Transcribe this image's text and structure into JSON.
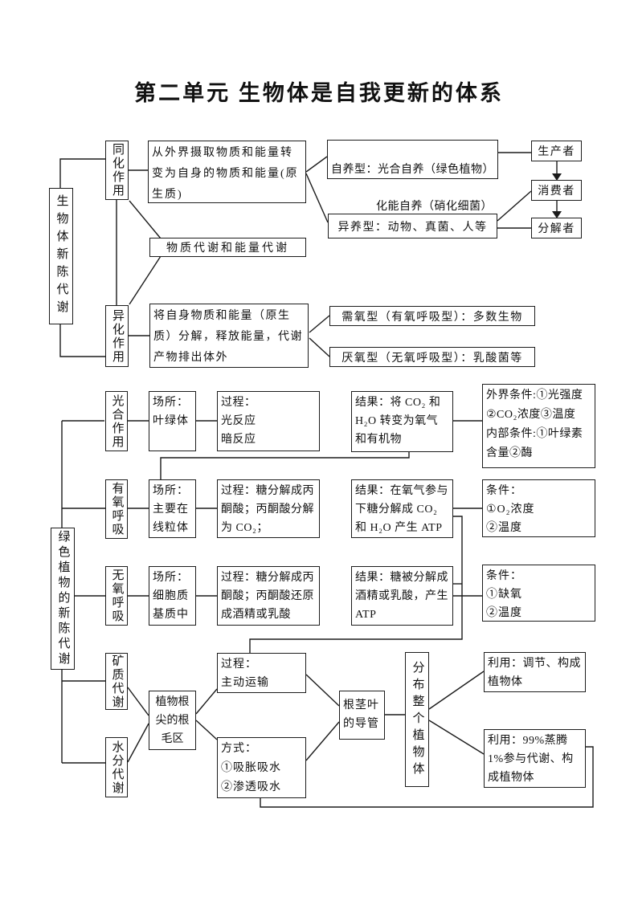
{
  "title": "第二单元  生物体是自我更新的体系",
  "diagram1": {
    "root": "生物体新陈代谢",
    "assimilation_label": "同化作用",
    "assimilation_desc": "从外界摄取物质和能量转\n变为自身的物质和能量(原\n生质)",
    "metabolism": "物质代谢和能量代谢",
    "dissimilation_label": "异化作用",
    "dissimilation_desc": "将自身物质和能量（原生\n质）分解，释放能量，代谢\n产物排出体外",
    "autotroph_line1": "自养型：光合自养（绿色植物）",
    "autotroph_line2": "化能自养（硝化细菌）",
    "heterotroph": "异养型：动物、真菌、人等",
    "producer": "生产者",
    "consumer": "消费者",
    "decomposer": "分解者",
    "aerobic_type": "需氧型（有氧呼吸型）：多数生物",
    "anaerobic_type": "厌氧型（无氧呼吸型）：乳酸菌等"
  },
  "diagram2": {
    "root": "绿色植物的新陈代谢",
    "photosynthesis": {
      "label": "光合作用",
      "site": "场所：\n叶绿体",
      "process": "过程：\n光反应\n暗反应",
      "result": "结果：将 CO₂ 和\nH₂O 转变为氧气\n和有机物",
      "condition": "外界条件:①光强度\n②CO₂浓度③温度\n内部条件:①叶绿素\n含量②酶"
    },
    "aerobic_respiration": {
      "label": "有氧呼吸",
      "site": "场所：\n主要在\n线粒体",
      "process": "过程：糖分解成丙\n酮酸；丙酮酸分解\n为 CO₂；",
      "result": "结果：在氧气参与\n下糖分解成 CO₂\n和 H₂O 产生 ATP",
      "condition": "条件：\n①O₂浓度\n②温度"
    },
    "anaerobic_respiration": {
      "label": "无氧呼吸",
      "site": "场所：\n细胞质\n基质中",
      "process": "过程：糖分解成丙\n酮酸；丙酮酸还原\n成酒精或乳酸",
      "result": "结果：糖被分解成\n酒精或乳酸，产生\nATP",
      "condition": "条件：\n①缺氧\n②温度"
    },
    "mineral_label": "矿质代谢",
    "water_label": "水分代谢",
    "root_hair": "植物根\n尖的根\n毛区",
    "mineral_process": "过程：\n主动运输",
    "water_method": "方式：\n①吸胀吸水\n②渗透吸水",
    "vessel": "根茎叶\n的导管",
    "distribution": "分布整个植物体",
    "mineral_use": "利用：调节、构成\n植物体",
    "water_use": "利用：99%蒸腾\n1%参与代谢、构\n成植物体"
  }
}
